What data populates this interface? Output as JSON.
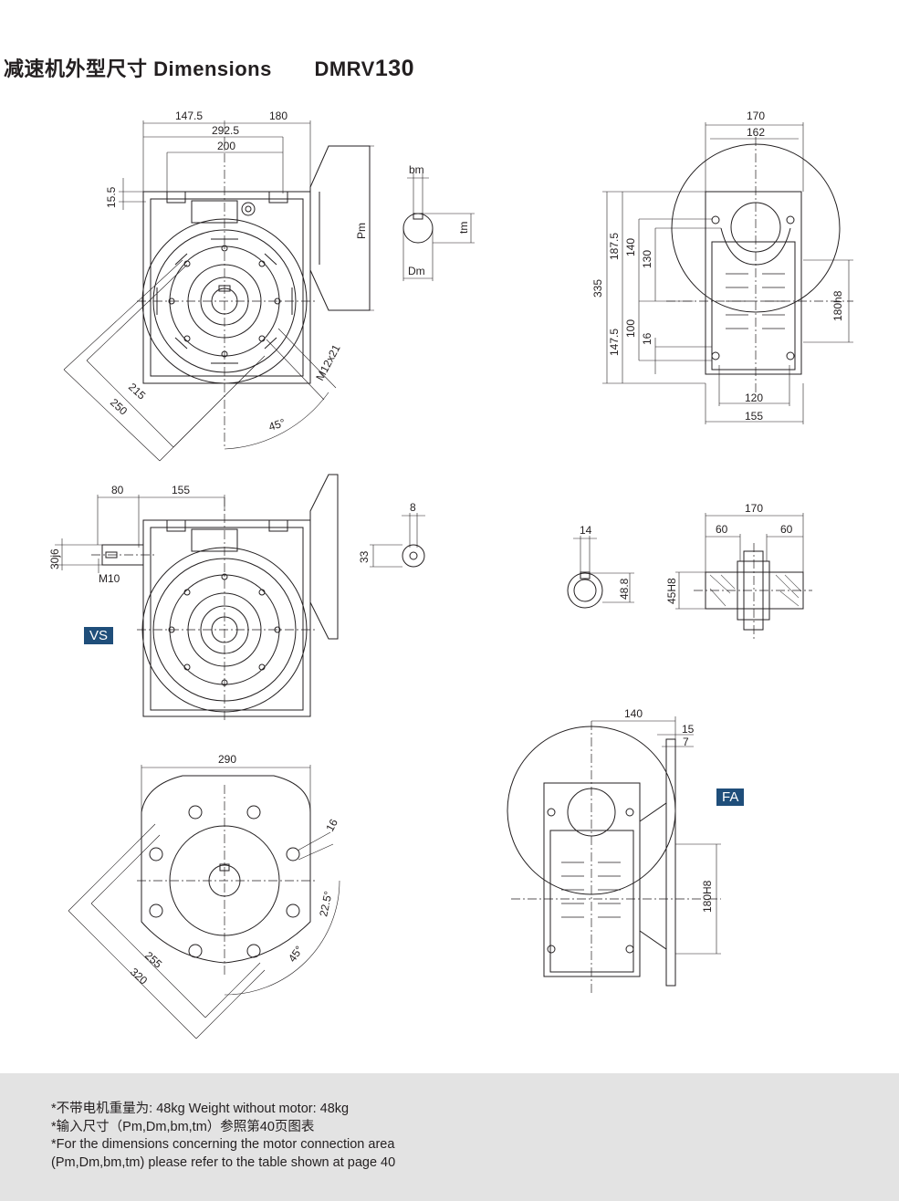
{
  "header": {
    "title_cn": "减速机外型尺寸",
    "title_en": "Dimensions",
    "model_prefix": "DMRV",
    "model_number": "130"
  },
  "tags": {
    "vs": "VS",
    "fa": "FA"
  },
  "views": {
    "front_view": {
      "dims": [
        "147.5",
        "180",
        "292.5",
        "200",
        "15.5",
        "Pm",
        "M12x21",
        "215",
        "250",
        "45°"
      ]
    },
    "motor_shaft_detail": {
      "dims": [
        "bm",
        "tm",
        "Dm"
      ]
    },
    "side_view": {
      "dims": [
        "170",
        "162",
        "335",
        "187.5",
        "140",
        "130",
        "147.5",
        "100",
        "16",
        "180h8",
        "120",
        "155"
      ]
    },
    "vs_view": {
      "dims": [
        "80",
        "155",
        "30j6",
        "M10",
        "8",
        "33"
      ]
    },
    "output_bore_detail": {
      "dims": [
        "14",
        "48.8"
      ]
    },
    "hollow_shaft_section": {
      "dims": [
        "170",
        "60",
        "60",
        "45H8"
      ]
    },
    "flange_view": {
      "dims": [
        "290",
        "16",
        "22.5°",
        "45°",
        "255",
        "320"
      ]
    },
    "fa_view": {
      "dims": [
        "140",
        "15",
        "7",
        "180H8"
      ]
    }
  },
  "notes": [
    "*不带电机重量为: 48kg   Weight without motor: 48kg",
    "*输入尺寸（Pm,Dm,bm,tm）参照第40页图表",
    "*For the dimensions concerning the motor connection area",
    "(Pm,Dm,bm,tm) please refer to the table shown at page 40"
  ]
}
